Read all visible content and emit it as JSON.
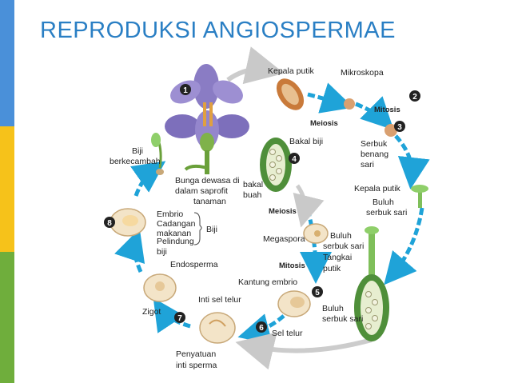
{
  "slide": {
    "title": "REPRODUKSI ANGIOSPERMAE",
    "accent_colors": {
      "blue": "#4a90d9",
      "yellow": "#f6c21a",
      "green": "#6fae3c",
      "title": "#2a7fc4",
      "cycle_arrow": "#1fa3d8"
    }
  },
  "diagram": {
    "steps": [
      "1",
      "2",
      "3",
      "4",
      "5",
      "6",
      "7",
      "8"
    ],
    "labels": {
      "kepala_putik_top": "Kepala putik",
      "mikroskopa": "Mikroskopa",
      "meiosis_top": "Meiosis",
      "mitosis_top": "Mitosis",
      "serbuk_benang_sari": [
        "Serbuk",
        "benang",
        "sari"
      ],
      "kepala_putik_right": "Kepala putik",
      "buluh_serbuk_sari_right": [
        "Buluh",
        "serbuk sari"
      ],
      "bakal_biji": "Bakal biji",
      "bunga_dewasa": [
        "Bunga dewasa di",
        "dalam saprofit",
        "tanaman"
      ],
      "bakal_buah": [
        "bakal",
        "buah"
      ],
      "meiosis_mid": "Meiosis",
      "megaspora": "Megaspora",
      "buluh_serbuk_sari_mid": [
        "Buluh",
        "serbuk sari"
      ],
      "tangkai_putik": [
        "Tangkai",
        "putik"
      ],
      "mitosis_mid": "Mitosis",
      "kantung_embrio": "Kantung embrio",
      "biji_berkecambah": [
        "Biji",
        "berkecambah"
      ],
      "embrio": "Embrio",
      "cadangan_makanan": [
        "Cadangan",
        "makanan"
      ],
      "pelindung_biji": [
        "Pelindung",
        "biji"
      ],
      "biji": "Biji",
      "endosperma": "Endosperma",
      "zigot": "Zigot",
      "inti_sel_telur": "Inti sel telur",
      "sel_telur": "Sel telur",
      "buluh_serbuk_sari_bottom": [
        "Buluh",
        "serbuk sari"
      ],
      "penyatuan_inti_sperma": [
        "Penyatuan",
        "inti sperma"
      ]
    }
  }
}
